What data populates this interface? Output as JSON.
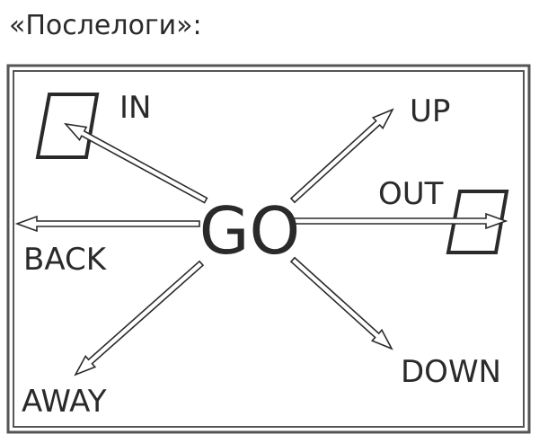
{
  "heading": "«Послелоги»:",
  "center_word": "GO",
  "labels": {
    "in": "IN",
    "up": "UP",
    "out": "OUT",
    "back": "BACK",
    "away": "AWAY",
    "down": "DOWN"
  },
  "colors": {
    "ink": "#2a2a2a",
    "frame": "#555555",
    "arrow_fill": "#ffffff"
  }
}
